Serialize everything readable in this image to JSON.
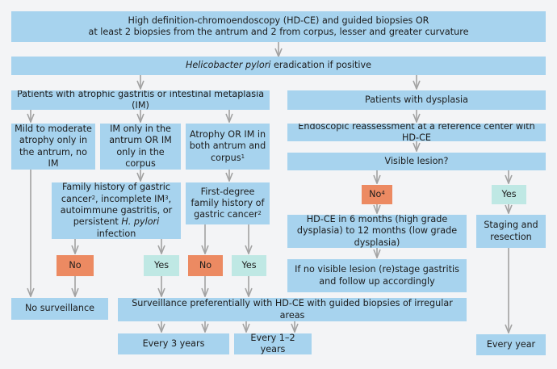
{
  "colors": {
    "box_blue": "#a7d3ee",
    "box_green": "#bfe8e4",
    "box_orange": "#ec8a62",
    "arrow": "#a2a2a2",
    "background": "#f3f4f6"
  },
  "boxes": {
    "top": {
      "line1": "High definition-chromoendoscopy (HD-CE) and guided biopsies OR",
      "line2": "at least 2 biopsies from the antrum and 2 from corpus, lesser and greater curvature"
    },
    "hp": {
      "italic": "Helicobacter pylori",
      "text": " eradication if positive"
    },
    "atrophic": {
      "text": "Patients with atrophic gastritis or intestinal metaplasia (IM)"
    },
    "dysplasia": {
      "text": "Patients with dysplasia"
    },
    "mild": {
      "text": "Mild to moderate atrophy only in the antrum, no IM"
    },
    "im_only": {
      "text": "IM only in the antrum OR IM only in the corpus"
    },
    "atrophy_or_im": {
      "text": "Atrophy OR IM  in both antrum and corpus",
      "sup": "1"
    },
    "reassess": {
      "text": "Endoscopic reassessment at a reference center with HD-CE"
    },
    "visible": {
      "text": "Visible lesion?"
    },
    "family": {
      "p1": "Family history of gastric cancer",
      "s1": "2",
      "p2": ", incomplete IM",
      "s2": "3",
      "p3": ", autoimmune gastritis, or persistent ",
      "italic": "H. pylori",
      "p4": " infection"
    },
    "firstdeg": {
      "text": "First-degree family history of gastric cancer",
      "sup": "2"
    },
    "no4": {
      "text": "No",
      "sup": "4"
    },
    "yes_right": {
      "text": "Yes"
    },
    "hdce6": {
      "text": "HD-CE in 6 months (high grade dysplasia) to 12 months (low grade dysplasia)"
    },
    "staging": {
      "text": "Staging and resection"
    },
    "no_a": {
      "text": "No"
    },
    "yes_a": {
      "text": "Yes"
    },
    "no_b": {
      "text": "No"
    },
    "yes_b": {
      "text": "Yes"
    },
    "novis": {
      "text": "If no visible lesion (re)stage gastritis and follow up accordingly"
    },
    "nosurv": {
      "text": "No surveillance"
    },
    "surv": {
      "text": "Surveillance preferentially with HD-CE with guided biopsies of irregular areas"
    },
    "every3": {
      "text": "Every 3 years"
    },
    "every12": {
      "text": "Every 1–2 years"
    },
    "everyyear": {
      "text": "Every year"
    }
  }
}
